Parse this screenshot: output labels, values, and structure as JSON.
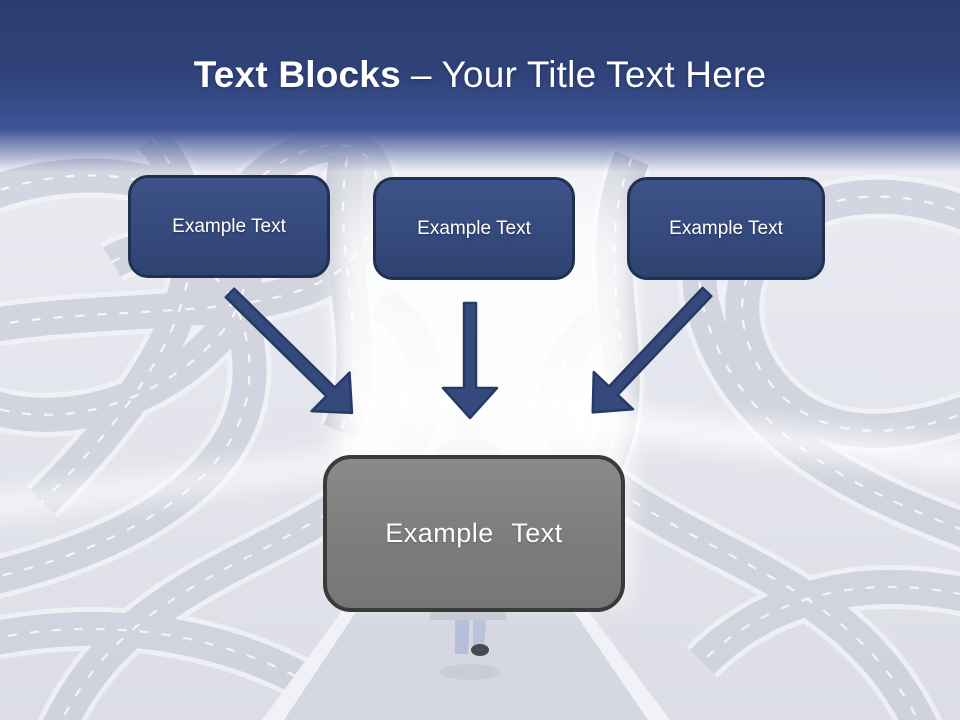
{
  "slide": {
    "title": {
      "bold": "Text Blocks",
      "light": "– Your Title Text Here"
    },
    "text_blocks": [
      {
        "label": "Example Text"
      },
      {
        "label": "Example Text"
      },
      {
        "label": "Example Text"
      }
    ],
    "result_block": {
      "label": "Example Text"
    },
    "background_image_alt": "washed-out photo of tangled overlapping roads with a man walking up a clear straight road through the middle",
    "colors": {
      "header_gradient_top": "#2b3c6e",
      "header_gradient_bottom": "#3e5495",
      "title_text": "#ffffff",
      "block_fill": "#35497d",
      "block_border": "#20304f",
      "block_text": "#ffffff",
      "arrow_fill": "#35497d",
      "arrow_border": "#263a66",
      "result_fill": "#7f7f7f",
      "result_border": "#3a3a3a",
      "result_text": "#fdfdfd"
    }
  }
}
